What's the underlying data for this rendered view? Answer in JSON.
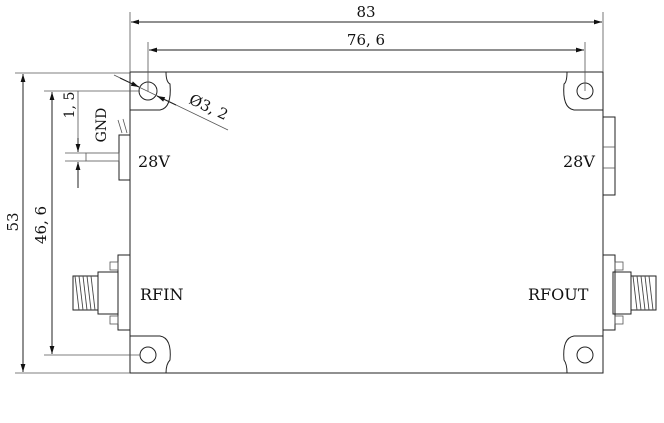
{
  "dimensions": {
    "width_total": "83",
    "hole_spacing_x": "76, 6",
    "height_total": "53",
    "hole_spacing_y": "46, 6",
    "pin_offset": "1, 5",
    "hole_diameter": "Ø3, 2"
  },
  "labels": {
    "gnd": "GND",
    "power_left": "28V",
    "power_right": "28V",
    "rf_in": "RFIN",
    "rf_out": "RFOUT"
  }
}
